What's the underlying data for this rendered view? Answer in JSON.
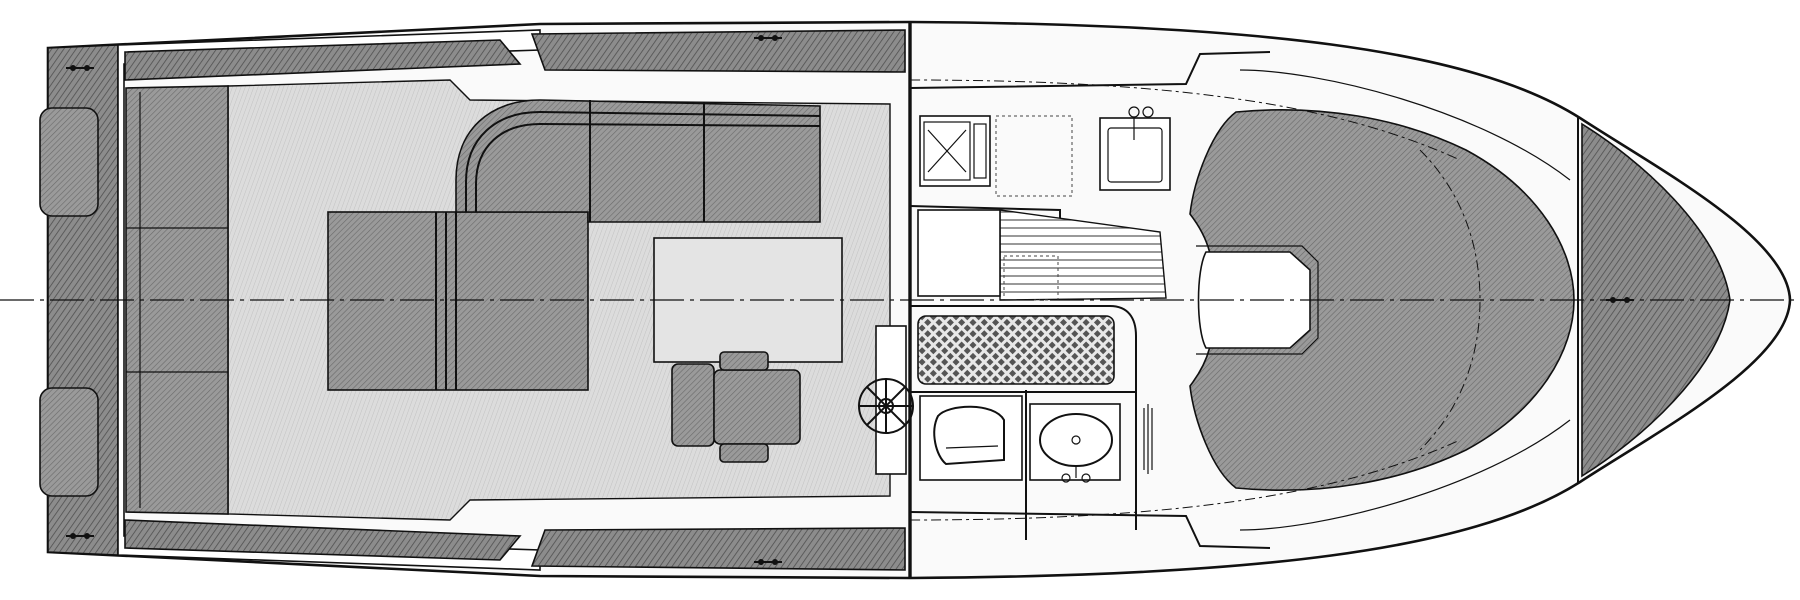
{
  "diagram": {
    "type": "boat-deck-plan",
    "view": "top",
    "orientation": "stern-left-bow-right",
    "colors": {
      "line": "#111111",
      "hull_fill": "#fafafa",
      "deck_hatch": "#6e6e6e",
      "cushion": "#8a8a8a",
      "cockpit_floor": "#d6d6d6",
      "background": "#ffffff"
    },
    "components": [
      "hull-outline",
      "transom",
      "swim-platform",
      "stern-hatch-port",
      "stern-hatch-starboard",
      "aft-bench-seat",
      "cockpit-floor",
      "l-shaped-sofa",
      "sun-pad",
      "cockpit-table",
      "helm-seat",
      "steering-wheel",
      "windshield-bulkhead",
      "side-decks",
      "galley-stove",
      "galley-sink",
      "companionway-steps",
      "head-toilet",
      "head-washbasin",
      "v-berth",
      "foredeck",
      "mooring-cleats",
      "centerline"
    ]
  }
}
